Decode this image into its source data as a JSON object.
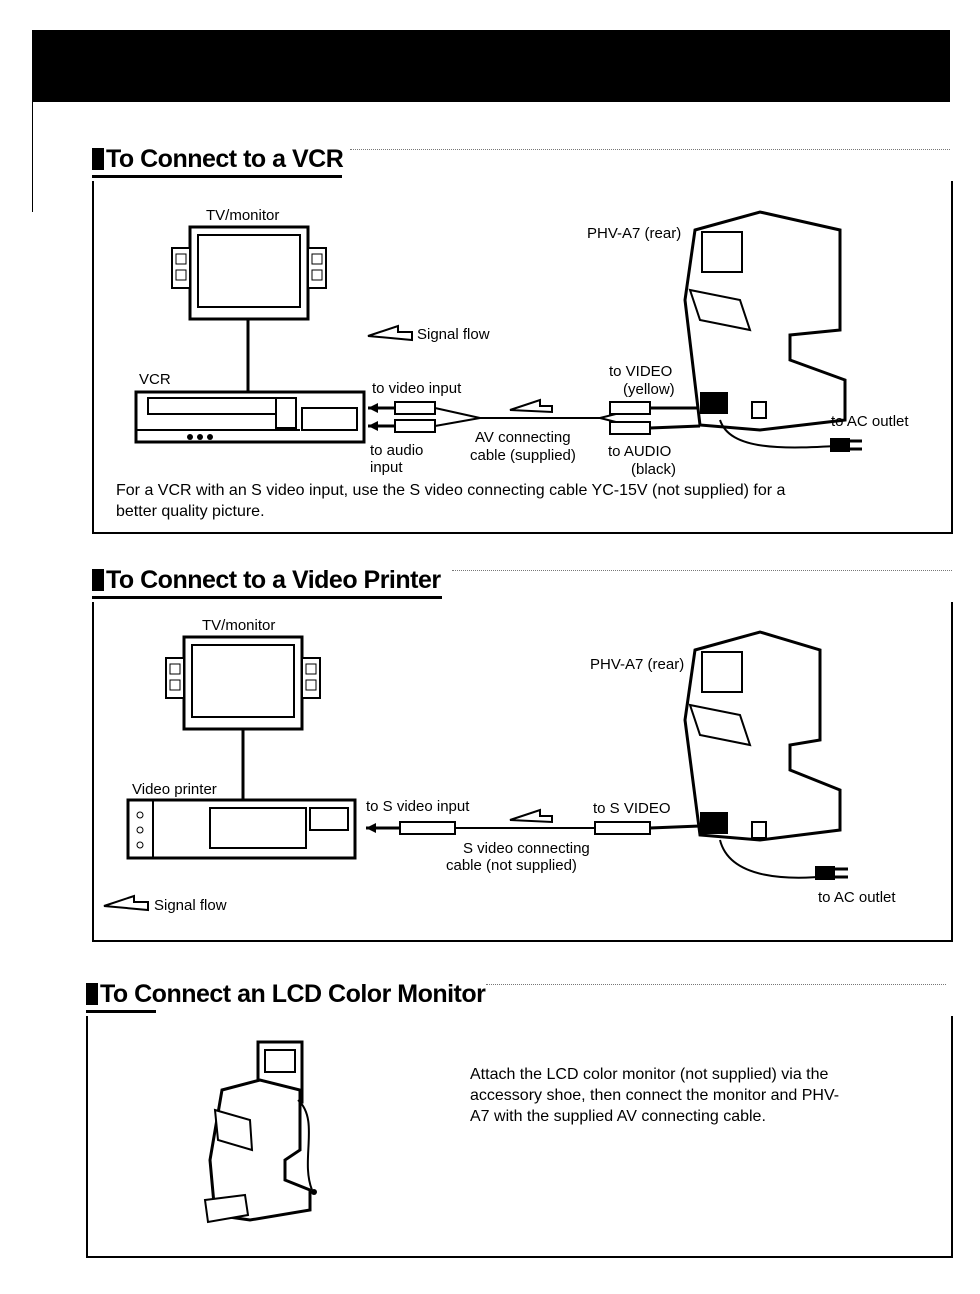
{
  "vcr": {
    "title": "To Connect to a VCR",
    "tv_label": "TV/monitor",
    "device_label": "PHV-A7 (rear)",
    "signal_flow": "Signal flow",
    "vcr_label": "VCR",
    "video_input": "to video input",
    "audio_input_1": "to audio",
    "audio_input_2": "input",
    "av_cable_1": "AV connecting",
    "av_cable_2": "cable (supplied)",
    "to_video_1": "to VIDEO",
    "to_video_2": "(yellow)",
    "to_audio_1": "to AUDIO",
    "to_audio_2": "(black)",
    "ac_outlet": "to AC outlet",
    "note_line1": "For a VCR with an S video input, use the S video connecting cable YC-15V (not supplied) for a",
    "note_line2": "better quality picture."
  },
  "printer": {
    "title": "To Connect to a Video Printer",
    "tv_label": "TV/monitor",
    "device_label": "PHV-A7 (rear)",
    "printer_label": "Video printer",
    "s_video_input": "to S video input",
    "to_s_video": "to S VIDEO",
    "cable_1": "S video connecting",
    "cable_2": "cable (not supplied)",
    "signal_flow": "Signal flow",
    "ac_outlet": "to AC outlet"
  },
  "lcd": {
    "title": "To Connect an LCD Color Monitor",
    "text_line1": "Attach the LCD color monitor (not supplied) via the",
    "text_line2": "accessory shoe, then connect the monitor and PHV-",
    "text_line3": "A7 with the supplied AV connecting cable."
  }
}
